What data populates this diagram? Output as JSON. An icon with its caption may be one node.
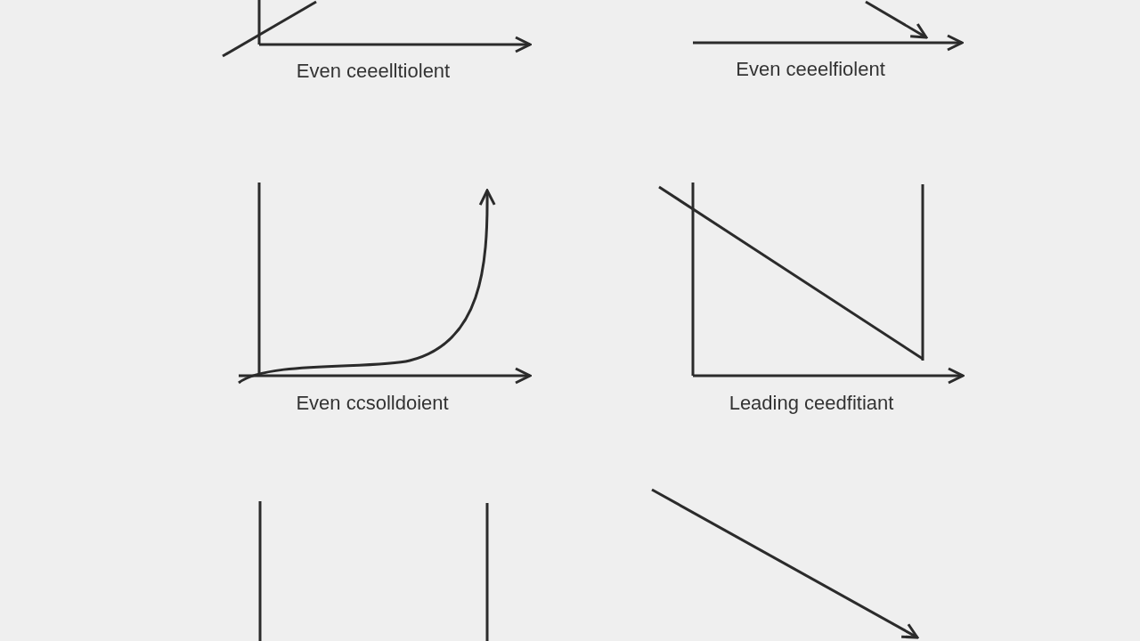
{
  "diagram": {
    "labels": [
      "Even ceeelltiolent",
      "Even ceeelfiolent",
      "Even ccsolldoient",
      "Leading ceedfitiant"
    ]
  }
}
